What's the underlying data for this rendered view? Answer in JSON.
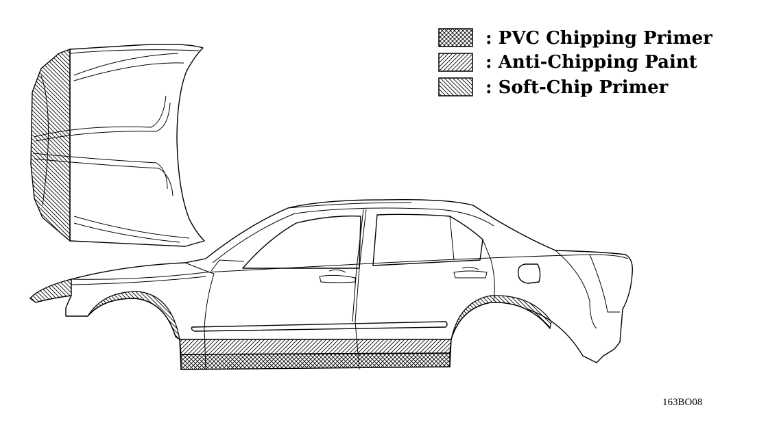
{
  "legend": {
    "items": [
      {
        "pattern": "crosshatch",
        "label": ": PVC Chipping Primer"
      },
      {
        "pattern": "forward-hatch",
        "label": ": Anti-Chipping Paint"
      },
      {
        "pattern": "back-hatch",
        "label": ": Soft-Chip Primer"
      }
    ]
  },
  "figure_code": "163BO08",
  "colors": {
    "ink": "#000000",
    "paper": "#ffffff"
  }
}
